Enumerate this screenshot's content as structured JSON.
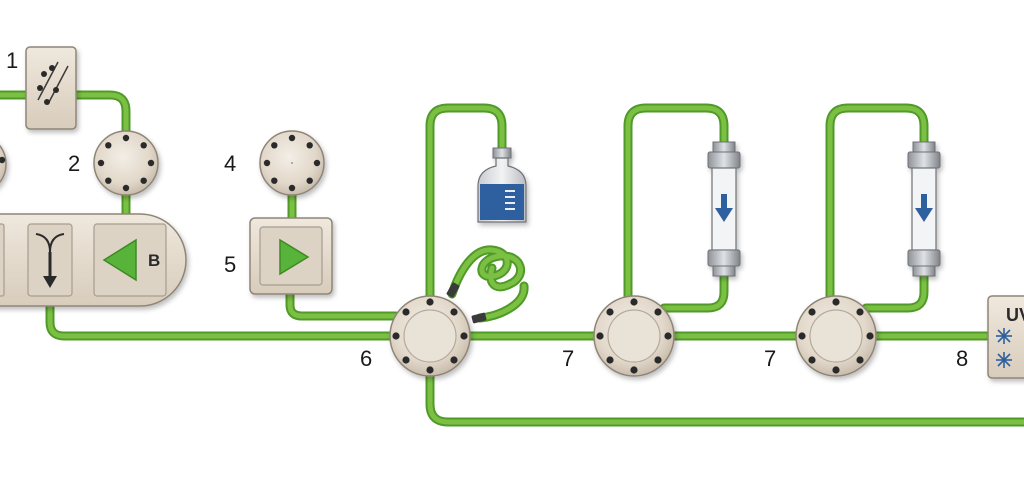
{
  "labels": {
    "n1": "1",
    "n2": "2",
    "n4": "4",
    "n5": "5",
    "n6": "6",
    "n7a": "7",
    "n7b": "7",
    "n8": "8"
  },
  "pump_b_label": "B",
  "detector_label": "UV",
  "colors": {
    "tube_outer": "#4f9a28",
    "tube_inner": "#7bc043",
    "component_beige": "#e6ddd0",
    "liquid_blue": "#2f5f9e",
    "arrow_green": "#59b33a"
  },
  "icons": {
    "filter": "filter-icon",
    "valve": "valve-icon",
    "pump": "pump-icon",
    "bottle": "bottle-icon",
    "column": "column-icon",
    "detector": "uv-detector-icon"
  }
}
